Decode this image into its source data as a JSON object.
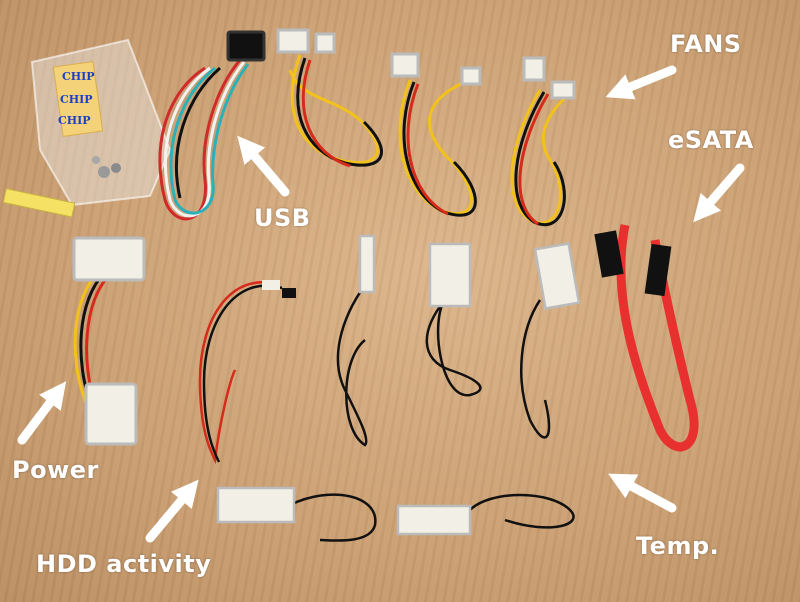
{
  "labels": {
    "fans": "FANS",
    "esata": "eSATA",
    "usb": "USB",
    "power": "Power",
    "hdd_activity": "HDD activity",
    "temp": "Temp."
  },
  "package": {
    "chip_text": [
      "CHIP",
      "CHIP",
      "CHIP"
    ]
  },
  "colors": {
    "background": "#caa27a",
    "label": "#ffffff",
    "sata_red": "#e8312f",
    "fan_yellow": "#f2c21a",
    "wire_black": "#111111",
    "connector_white": "#f2f0e6"
  }
}
